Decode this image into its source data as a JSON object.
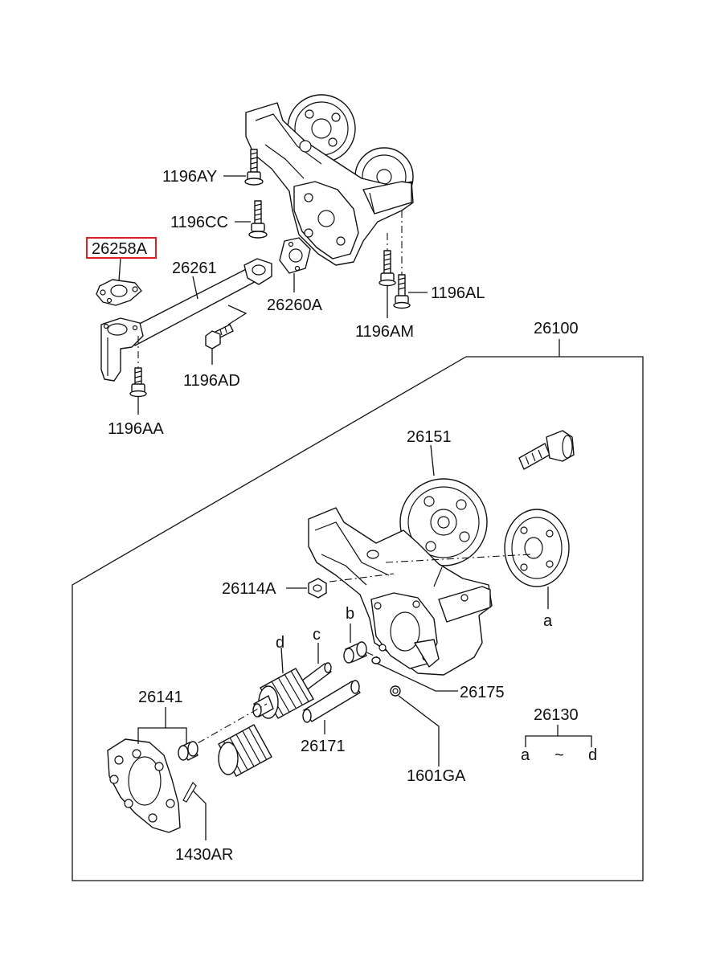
{
  "labels": {
    "l_1196AY": "1196AY",
    "l_1196CC": "1196CC",
    "l_26258A": "26258A",
    "l_26261": "26261",
    "l_26260A": "26260A",
    "l_1196AL": "1196AL",
    "l_1196AM": "1196AM",
    "l_1196AD": "1196AD",
    "l_1196AA": "1196AA",
    "l_26100": "26100",
    "l_26151": "26151",
    "l_26114A": "26114A",
    "l_a_gear": "a",
    "l_b": "b",
    "l_c": "c",
    "l_d": "d",
    "l_26175": "26175",
    "l_26141": "26141",
    "l_26171": "26171",
    "l_1601GA": "1601GA",
    "l_26130": "26130",
    "l_range_a": "a",
    "l_range_tilde": "~",
    "l_range_d": "d",
    "l_1430AR": "1430AR"
  },
  "highlight": {
    "part": "26258A",
    "color": "#e02020"
  }
}
